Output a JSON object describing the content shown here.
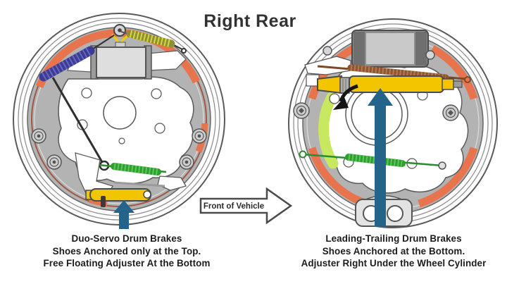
{
  "title": "Right Rear",
  "front_arrow": {
    "label": "Front of Vehicle"
  },
  "left_diagram": {
    "caption": {
      "line1": "Duo-Servo Drum Brakes",
      "line2": "Shoes Anchored only at the Top.",
      "line3": "Free Floating Adjuster At the Bottom"
    }
  },
  "right_diagram": {
    "caption": {
      "line1": "Leading-Trailing Drum Brakes",
      "line2": "Shoes Anchored at the Bottom.",
      "line3": "Adjuster Right Under the Wheel Cylinder"
    }
  },
  "colors": {
    "pointer_blue": "#24648a",
    "lining_orange": "#e8744d",
    "adjuster_yellow": "#f2c500",
    "spring_green": "#2f9e2f",
    "spring_blue": "#3c3c96",
    "spring_olive": "#8f8f35",
    "spring_brown": "#8d5633",
    "shoe_lime": "#c8e860",
    "backing_gray": "#b3b3b3"
  }
}
